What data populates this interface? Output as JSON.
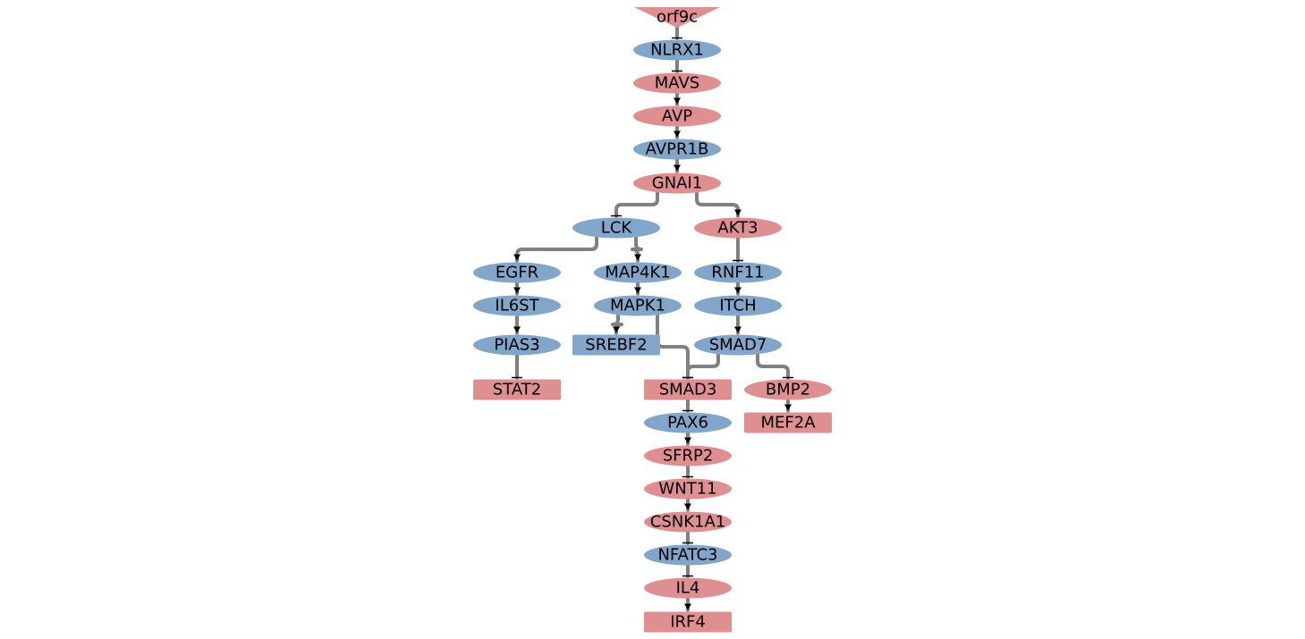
{
  "colors": {
    "up": "#df8f90",
    "down": "#80a6c9",
    "edge": "#808080",
    "label": "#000000"
  },
  "nodes": [
    {
      "id": "orf9c",
      "label": "orf9c",
      "shape": "v-shape",
      "color": "up"
    },
    {
      "id": "NLRX1",
      "label": "NLRX1",
      "shape": "ellipse",
      "color": "down"
    },
    {
      "id": "MAVS",
      "label": "MAVS",
      "shape": "ellipse",
      "color": "up"
    },
    {
      "id": "AVP",
      "label": "AVP",
      "shape": "ellipse",
      "color": "up"
    },
    {
      "id": "AVPR1B",
      "label": "AVPR1B",
      "shape": "ellipse",
      "color": "down"
    },
    {
      "id": "GNAI1",
      "label": "GNAI1",
      "shape": "ellipse",
      "color": "up"
    },
    {
      "id": "LCK",
      "label": "LCK",
      "shape": "ellipse",
      "color": "down"
    },
    {
      "id": "AKT3",
      "label": "AKT3",
      "shape": "ellipse",
      "color": "up"
    },
    {
      "id": "EGFR",
      "label": "EGFR",
      "shape": "ellipse",
      "color": "down"
    },
    {
      "id": "MAP4K1",
      "label": "MAP4K1",
      "shape": "ellipse",
      "color": "down"
    },
    {
      "id": "RNF11",
      "label": "RNF11",
      "shape": "ellipse",
      "color": "down"
    },
    {
      "id": "IL6ST",
      "label": "IL6ST",
      "shape": "ellipse",
      "color": "down"
    },
    {
      "id": "MAPK1",
      "label": "MAPK1",
      "shape": "ellipse",
      "color": "down"
    },
    {
      "id": "ITCH",
      "label": "ITCH",
      "shape": "ellipse",
      "color": "down"
    },
    {
      "id": "PIAS3",
      "label": "PIAS3",
      "shape": "ellipse",
      "color": "down"
    },
    {
      "id": "SREBF2",
      "label": "SREBF2",
      "shape": "rect",
      "color": "down"
    },
    {
      "id": "SMAD7",
      "label": "SMAD7",
      "shape": "ellipse",
      "color": "down"
    },
    {
      "id": "STAT2",
      "label": "STAT2",
      "shape": "rect",
      "color": "up"
    },
    {
      "id": "SMAD3",
      "label": "SMAD3",
      "shape": "rect",
      "color": "up"
    },
    {
      "id": "BMP2",
      "label": "BMP2",
      "shape": "ellipse",
      "color": "up"
    },
    {
      "id": "PAX6",
      "label": "PAX6",
      "shape": "ellipse",
      "color": "down"
    },
    {
      "id": "MEF2A",
      "label": "MEF2A",
      "shape": "rect",
      "color": "up"
    },
    {
      "id": "SFRP2",
      "label": "SFRP2",
      "shape": "ellipse",
      "color": "up"
    },
    {
      "id": "WNT11",
      "label": "WNT11",
      "shape": "ellipse",
      "color": "up"
    },
    {
      "id": "CSNK1A1",
      "label": "CSNK1A1",
      "shape": "ellipse",
      "color": "up"
    },
    {
      "id": "NFATC3",
      "label": "NFATC3",
      "shape": "ellipse",
      "color": "down"
    },
    {
      "id": "IL4",
      "label": "IL4",
      "shape": "ellipse",
      "color": "up"
    },
    {
      "id": "IRF4",
      "label": "IRF4",
      "shape": "rect",
      "color": "up"
    }
  ],
  "edges": [
    {
      "from": "orf9c",
      "to": "NLRX1",
      "type": "inhibition"
    },
    {
      "from": "NLRX1",
      "to": "MAVS",
      "type": "inhibition"
    },
    {
      "from": "MAVS",
      "to": "AVP",
      "type": "activation"
    },
    {
      "from": "AVP",
      "to": "AVPR1B",
      "type": "activation"
    },
    {
      "from": "AVPR1B",
      "to": "GNAI1",
      "type": "activation"
    },
    {
      "from": "GNAI1",
      "to": "LCK",
      "type": "inhibition"
    },
    {
      "from": "GNAI1",
      "to": "AKT3",
      "type": "activation"
    },
    {
      "from": "LCK",
      "to": "EGFR",
      "type": "activation"
    },
    {
      "from": "LCK",
      "to": "MAP4K1",
      "type": "activation"
    },
    {
      "from": "AKT3",
      "to": "RNF11",
      "type": "inhibition"
    },
    {
      "from": "EGFR",
      "to": "IL6ST",
      "type": "activation"
    },
    {
      "from": "MAP4K1",
      "to": "MAPK1",
      "type": "activation"
    },
    {
      "from": "RNF11",
      "to": "ITCH",
      "type": "activation"
    },
    {
      "from": "IL6ST",
      "to": "PIAS3",
      "type": "activation"
    },
    {
      "from": "MAPK1",
      "to": "SREBF2",
      "type": "activation"
    },
    {
      "from": "MAPK1",
      "to": "SMAD3",
      "type": "inhibition"
    },
    {
      "from": "ITCH",
      "to": "SMAD7",
      "type": "activation"
    },
    {
      "from": "PIAS3",
      "to": "STAT2",
      "type": "inhibition"
    },
    {
      "from": "SMAD7",
      "to": "SMAD3",
      "type": "inhibition"
    },
    {
      "from": "SMAD7",
      "to": "BMP2",
      "type": "inhibition"
    },
    {
      "from": "SMAD3",
      "to": "PAX6",
      "type": "inhibition"
    },
    {
      "from": "BMP2",
      "to": "MEF2A",
      "type": "activation"
    },
    {
      "from": "PAX6",
      "to": "SFRP2",
      "type": "activation"
    },
    {
      "from": "SFRP2",
      "to": "WNT11",
      "type": "inhibition"
    },
    {
      "from": "WNT11",
      "to": "CSNK1A1",
      "type": "activation"
    },
    {
      "from": "CSNK1A1",
      "to": "NFATC3",
      "type": "inhibition"
    },
    {
      "from": "NFATC3",
      "to": "IL4",
      "type": "inhibition"
    },
    {
      "from": "IL4",
      "to": "IRF4",
      "type": "activation"
    }
  ]
}
